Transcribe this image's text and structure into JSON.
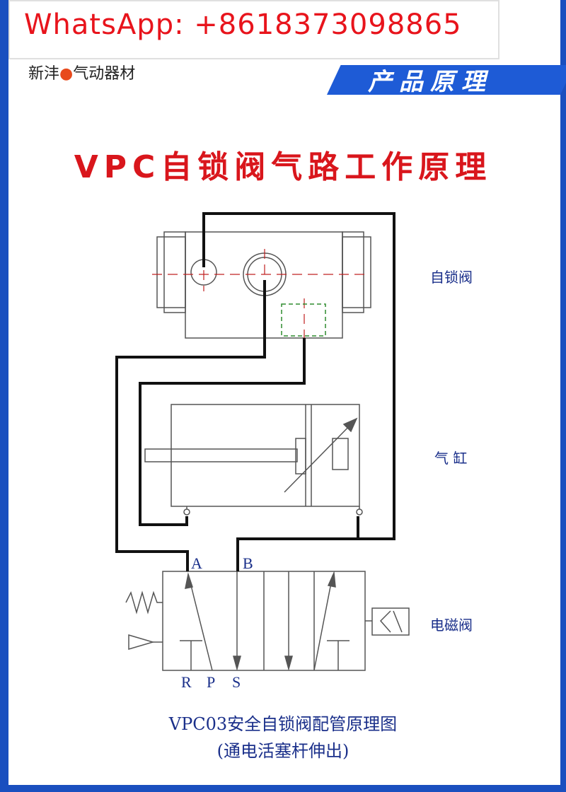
{
  "header": {
    "whatsapp": "WhatsApp: +8618373098865",
    "brand_part1": "新沣",
    "brand_dot": "●",
    "brand_part2": "气动器材",
    "banner": "产品原理"
  },
  "title": "VPC自锁阀气路工作原理",
  "labels": {
    "lock_valve": "自锁阀",
    "cylinder": "气 缸",
    "solenoid": "电磁阀"
  },
  "ports": {
    "a": "A",
    "b": "B",
    "r": "R",
    "p": "P",
    "s": "S"
  },
  "caption": {
    "line1": "VPC03安全自锁阀配管原理图",
    "line2": "(通电活塞杆伸出)"
  },
  "colors": {
    "frame": "#1a4fbf",
    "title": "#d9161c",
    "label": "#1a2f8a",
    "dashed_red": "#c02020",
    "dashed_green": "#2e8b2e"
  }
}
